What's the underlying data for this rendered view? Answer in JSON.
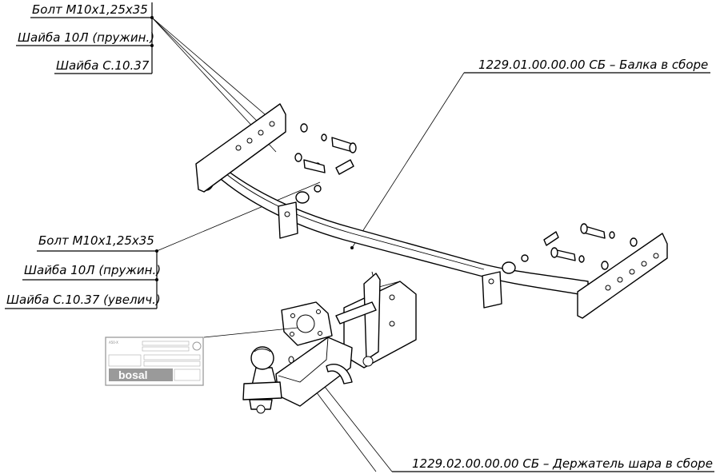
{
  "labels": {
    "bolt_top": "Болт М10х1,25х35",
    "washer_spring_top": "Шайба 10Л (пружин.)",
    "washer_top": "Шайба С.10.37",
    "beam_assembly": "1229.01.00.00.00 СБ – Балка в сборе",
    "bolt_mid": "Болт М10х1,25х35",
    "washer_spring_mid": "Шайба 10Л (пружин.)",
    "washer_mid": "Шайба С.10.37 (увелич.)",
    "ball_holder_assembly": "1229.02.00.00.00 СБ – Держатель шара в сборе"
  },
  "plate": {
    "model": "A50-X",
    "brand": "bosal",
    "colors": {
      "frame": "#9a9a9a",
      "text": "#8a8a8a"
    }
  },
  "colors": {
    "line": "#000000",
    "background": "#ffffff"
  }
}
